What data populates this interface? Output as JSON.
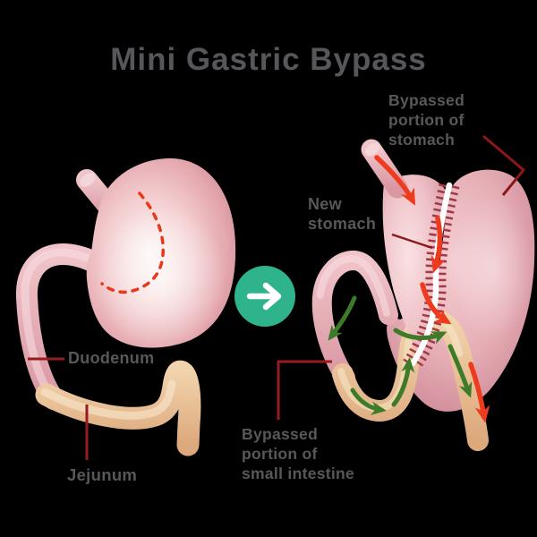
{
  "title": "Mini Gastric Bypass",
  "left_diagram": {
    "description": "normal stomach anatomy before surgery",
    "labels": {
      "duodenum": "Duodenum",
      "jejunum": "Jejunum"
    }
  },
  "transition": {
    "icon": "arrow-right-icon"
  },
  "right_diagram": {
    "description": "anatomy after mini gastric bypass",
    "labels": {
      "bypassed_stomach": [
        "Bypassed",
        "portion of",
        "stomach"
      ],
      "new_stomach": [
        "New",
        "stomach"
      ],
      "bypassed_small_intestine": [
        "Bypassed",
        "portion of",
        "small intestine"
      ]
    }
  },
  "colors": {
    "background": "#000000",
    "text": "#58585a",
    "leader_line": "#971c1f",
    "transition_button": "#2eb38c",
    "red_arrow": "#ee3b1e",
    "green_arrow": "#3d7b28",
    "incision_dash": "#e8391d",
    "stomach_pink": "#e9b6bd",
    "intestine_tan": "#eac49e",
    "staple_line_white": "#ffffff",
    "staple_ticks": "#a23948"
  }
}
